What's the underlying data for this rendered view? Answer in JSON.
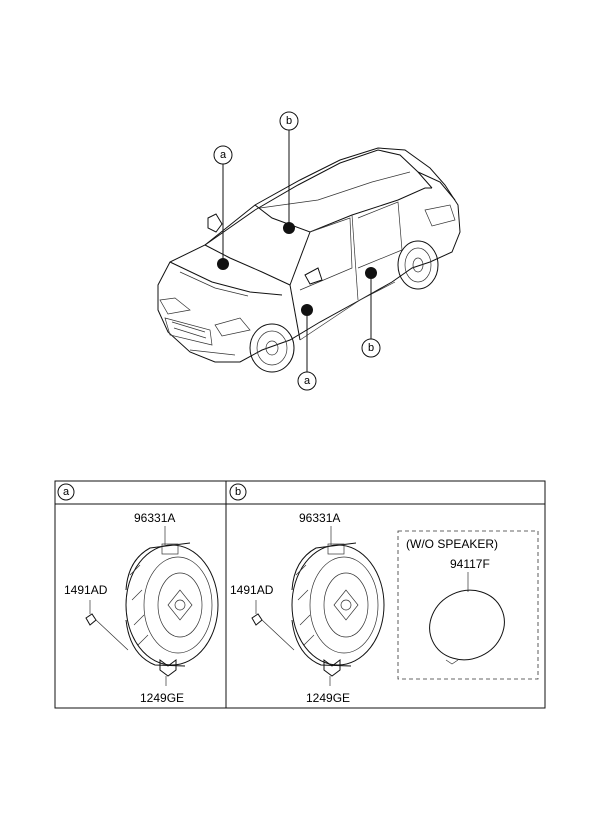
{
  "car_callouts": {
    "a_top": "a",
    "b_top": "b",
    "a_bottom": "a",
    "b_right": "b"
  },
  "panels": [
    {
      "header": "a",
      "part_speaker": "96331A",
      "part_screw": "1491AD",
      "part_bolt": "1249GE"
    },
    {
      "header": "b",
      "part_speaker": "96331A",
      "part_screw": "1491AD",
      "part_bolt": "1249GE",
      "alt_title": "(W/O SPEAKER)",
      "alt_part": "94117F"
    }
  ]
}
